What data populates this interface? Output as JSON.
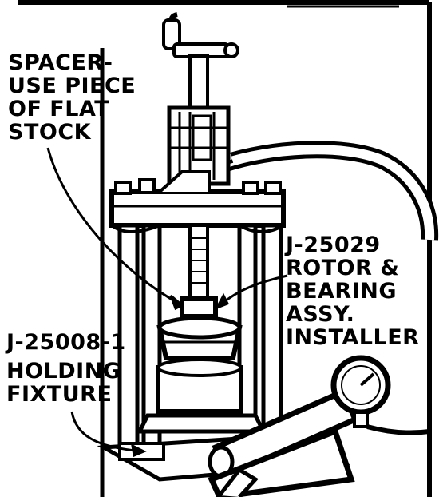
{
  "callouts": {
    "spacer": [
      "SPACER-",
      "USE PIECE",
      "OF FLAT",
      "STOCK"
    ],
    "installer": [
      "J-25029",
      "ROTOR &",
      "BEARING",
      "ASSY.",
      "INSTALLER"
    ],
    "fixture_number": "J-25008-1",
    "fixture_name": [
      "HOLDING",
      "FIXTURE"
    ]
  },
  "colors": {
    "ink": "#000000",
    "paper": "#ffffff"
  }
}
